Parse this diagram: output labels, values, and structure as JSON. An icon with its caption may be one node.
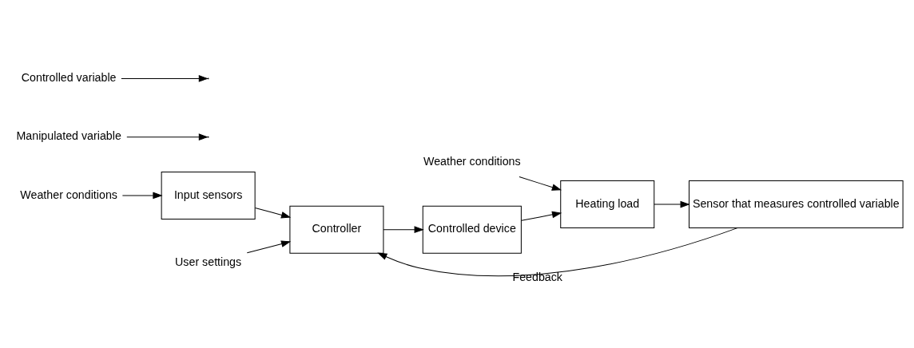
{
  "diagram": {
    "nodes": [
      {
        "text": [
          "Controller"
        ]
      },
      {
        "text": [
          "Controlled device"
        ]
      },
      {
        "text": [
          "Heating load"
        ]
      },
      {
        "text": [
          "Sensor that measures controlled variable"
        ]
      },
      {
        "text": [
          "Input sensors"
        ]
      },
      {
        "text": [
          "User settings"
        ]
      },
      {
        "text": [
          "Weather conditions"
        ]
      },
      {
        "text": [
          "Weather conditions"
        ]
      },
      {
        "text": [
          "Manipulated variable"
        ]
      },
      {
        "text": [
          "Controlled variable"
        ]
      }
    ],
    "edges": [
      {
        "from": 5,
        "to": 0,
        "arrow": "to"
      },
      {
        "from": 0,
        "to": 1,
        "arrow": "to"
      },
      {
        "from": 1,
        "to": 2,
        "arrow": "to"
      },
      {
        "from": 2,
        "to": 3,
        "arrow": "to"
      },
      {
        "from": 3,
        "to": 0,
        "arrow": "to",
        "label": "Feedback"
      },
      {
        "from": 4,
        "to": 0,
        "arrow": "to"
      },
      {
        "from": 6,
        "to": 4,
        "arrow": "to"
      },
      {
        "from": 7,
        "to": 2,
        "arrow": "to"
      },
      {
        "from": 8,
        "to": null,
        "arrow": "to"
      },
      {
        "from": 9,
        "to": null,
        "arrow": "to"
      }
    ]
  }
}
